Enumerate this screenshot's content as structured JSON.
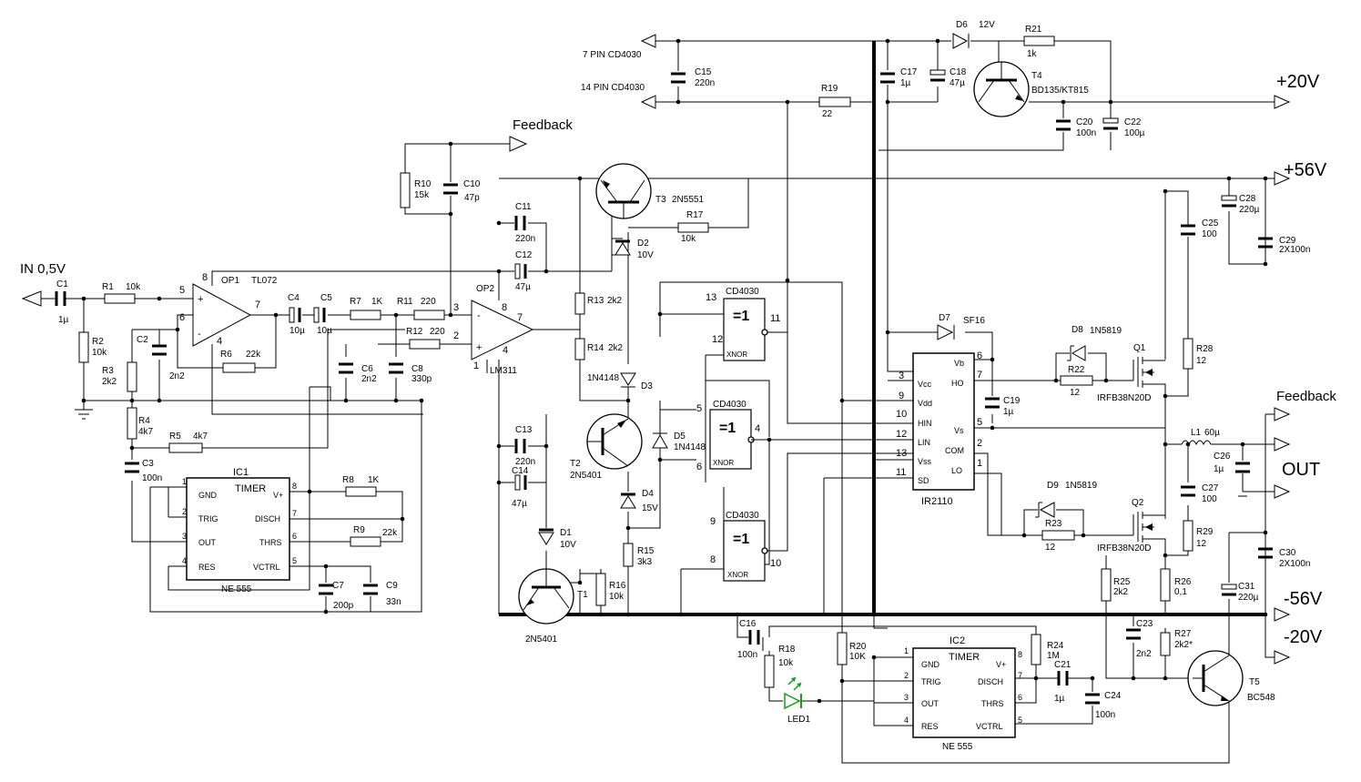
{
  "labels": {
    "in": "IN 0,5V",
    "feedback_top": "Feedback",
    "feedback_right": "Feedback",
    "v_plus20": "+20V",
    "v_plus56": "+56V",
    "v_minus56": "-56V",
    "v_minus20": "-20V",
    "out": "OUT",
    "pin7_cd4030": "7 PIN CD4030",
    "pin14_cd4030": "14 PIN CD4030",
    "v12": "12V"
  },
  "resistors": {
    "r1": [
      "R1",
      "10k"
    ],
    "r2": [
      "R2",
      "10k"
    ],
    "r3": [
      "R3",
      "2k2"
    ],
    "r4": [
      "R4",
      "4k7"
    ],
    "r5": [
      "R5",
      "4k7"
    ],
    "r6": [
      "R6",
      "22k"
    ],
    "r7": [
      "R7",
      "1K"
    ],
    "r8": [
      "R8",
      "1K"
    ],
    "r9": [
      "R9",
      "22k"
    ],
    "r10": [
      "R10",
      "15k"
    ],
    "r11": [
      "R11",
      "220"
    ],
    "r12": [
      "R12",
      "220"
    ],
    "r13": [
      "R13",
      "2k2"
    ],
    "r14": [
      "R14",
      "2k2"
    ],
    "r15": [
      "R15",
      "3k3"
    ],
    "r16": [
      "R16",
      "10k"
    ],
    "r17": [
      "R17",
      "10k"
    ],
    "r18": [
      "R18",
      "10k"
    ],
    "r19": [
      "R19",
      "22"
    ],
    "r20": [
      "R20",
      "10K"
    ],
    "r21": [
      "R21",
      "1k"
    ],
    "r22": [
      "R22",
      "12"
    ],
    "r23": [
      "R23",
      "12"
    ],
    "r24": [
      "R24",
      "1M"
    ],
    "r25": [
      "R25",
      "2k2"
    ],
    "r26": [
      "R26",
      "0,1"
    ],
    "r27": [
      "R27",
      "2k2*"
    ],
    "r28": [
      "R28",
      "12"
    ],
    "r29": [
      "R29",
      "12"
    ]
  },
  "capacitors": {
    "c1": [
      "C1",
      "1µ"
    ],
    "c2": [
      "C2",
      "2n2"
    ],
    "c3": [
      "C3",
      "100n"
    ],
    "c4": [
      "C4",
      "10µ"
    ],
    "c5": [
      "C5",
      "10µ"
    ],
    "c6": [
      "C6",
      "2n2"
    ],
    "c7": [
      "C7",
      "200p"
    ],
    "c8": [
      "C8",
      "330p"
    ],
    "c9": [
      "C9",
      "33n"
    ],
    "c10": [
      "C10",
      "47p"
    ],
    "c11": [
      "C11",
      "220n"
    ],
    "c12": [
      "C12",
      "47µ"
    ],
    "c13": [
      "C13",
      "220n"
    ],
    "c14": [
      "C14",
      "47µ"
    ],
    "c15": [
      "C15",
      "220n"
    ],
    "c16": [
      "C16",
      "100n"
    ],
    "c17": [
      "C17",
      "1µ"
    ],
    "c18": [
      "C18",
      "47µ"
    ],
    "c19": [
      "C19",
      "1µ"
    ],
    "c20": [
      "C20",
      "100n"
    ],
    "c21": [
      "C21",
      "1µ"
    ],
    "c22": [
      "C22",
      "100µ"
    ],
    "c23": [
      "C23",
      "2n2"
    ],
    "c24": [
      "C24",
      "100n"
    ],
    "c25": [
      "C25",
      "100"
    ],
    "c26": [
      "C26",
      "1µ"
    ],
    "c27": [
      "C27",
      "100"
    ],
    "c28": [
      "C28",
      "220µ"
    ],
    "c29": [
      "C29",
      "2X100n"
    ],
    "c30": [
      "C30",
      "2X100n"
    ],
    "c31": [
      "C31",
      "220µ"
    ]
  },
  "diodes": {
    "d1": [
      "D1",
      "10V"
    ],
    "d2": [
      "D2",
      "10V"
    ],
    "d3": [
      "D3",
      "1N4148"
    ],
    "d4": [
      "D4",
      "15V"
    ],
    "d5": [
      "D5",
      "1N4148"
    ],
    "d6": [
      "D6",
      ""
    ],
    "d7": [
      "D7",
      "SF16"
    ],
    "d8": [
      "D8",
      "1N5819"
    ],
    "d9": [
      "D9",
      "1N5819"
    ],
    "led1": [
      "LED1",
      ""
    ]
  },
  "transistors": {
    "t1": [
      "T1",
      "2N5401"
    ],
    "t2": [
      "T2",
      "2N5401"
    ],
    "t3": [
      "T3",
      "2N5551"
    ],
    "t4": [
      "T4",
      "BD135/KT815"
    ],
    "t5": [
      "T5",
      "BC548"
    ],
    "q1": [
      "Q1",
      "IRFB38N20D"
    ],
    "q2": [
      "Q2",
      "IRFB38N20D"
    ]
  },
  "inductor": [
    "L1",
    "60µ"
  ],
  "opamps": {
    "op1": {
      "name": "OP1",
      "part": "TL072",
      "pins": [
        "8",
        "5",
        "6",
        "7",
        "4"
      ]
    },
    "op2": {
      "name": "OP2",
      "part": "LM311",
      "pins": [
        "8",
        "3",
        "2",
        "7",
        "4",
        "1"
      ]
    }
  },
  "gates": [
    {
      "chip": "CD4030",
      "sym": "=1",
      "xnor": "XNOR",
      "pins": [
        "13",
        "12",
        "11"
      ]
    },
    {
      "chip": "CD4030",
      "sym": "=1",
      "xnor": "XNOR",
      "pins": [
        "5",
        "6",
        "4"
      ]
    },
    {
      "chip": "CD4030",
      "sym": "=1",
      "xnor": "XNOR",
      "pins": [
        "9",
        "8",
        "10"
      ]
    }
  ],
  "ic1": {
    "name": "IC1",
    "type": "TIMER",
    "part": "NE 555",
    "left": [
      [
        "1",
        "GND"
      ],
      [
        "2",
        "TRIG"
      ],
      [
        "3",
        "OUT"
      ],
      [
        "4",
        "RES"
      ]
    ],
    "right": [
      [
        "8",
        "V+"
      ],
      [
        "7",
        "DISCH"
      ],
      [
        "6",
        "THRS"
      ],
      [
        "5",
        "VCTRL"
      ]
    ]
  },
  "ic2": {
    "name": "IC2",
    "type": "TIMER",
    "part": "NE 555",
    "left": [
      [
        "1",
        "GND"
      ],
      [
        "2",
        "TRIG"
      ],
      [
        "3",
        "OUT"
      ],
      [
        "4",
        "RES"
      ]
    ],
    "right": [
      [
        "8",
        "V+"
      ],
      [
        "7",
        "DISCH"
      ],
      [
        "6",
        "THRS"
      ],
      [
        "5",
        "VCTRL"
      ]
    ]
  },
  "ir2110": {
    "part": "IR2110",
    "left": [
      [
        "3",
        "Vcc"
      ],
      [
        "9",
        "Vdd"
      ],
      [
        "10",
        "HIN"
      ],
      [
        "12",
        "LIN"
      ],
      [
        "13",
        "Vss"
      ],
      [
        "11",
        "SD"
      ]
    ],
    "right": [
      [
        "6",
        "Vb"
      ],
      [
        "7",
        "HO"
      ],
      [
        "5",
        "Vs"
      ],
      [
        "2",
        "COM"
      ],
      [
        "1",
        "LO"
      ]
    ]
  }
}
